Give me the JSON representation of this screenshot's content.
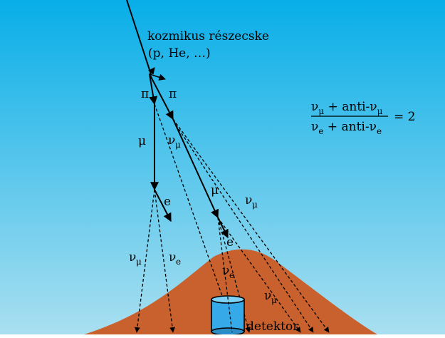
{
  "primary": {
    "title": "kozmikus részecske",
    "subtitle": "(p, He, …)"
  },
  "particles": {
    "pi": "π",
    "mu": "μ",
    "e": "e",
    "nu": "ν",
    "sub_mu": "μ",
    "sub_e": "e"
  },
  "detector": {
    "label": "detektor"
  },
  "ratio": {
    "numerator_left": "ν",
    "numerator_left_sub": "μ",
    "numerator_op": " + anti-ν",
    "numerator_right_sub": "μ",
    "denominator_left": "ν",
    "denominator_left_sub": "e",
    "denominator_op": " + anti-ν",
    "denominator_right_sub": "e",
    "equals": "= 2"
  },
  "colors": {
    "sky_top": "#08aee8",
    "sky_bottom": "#a9dff0",
    "mountain": "#c8612d",
    "detector_fill": "#36a9e8"
  }
}
